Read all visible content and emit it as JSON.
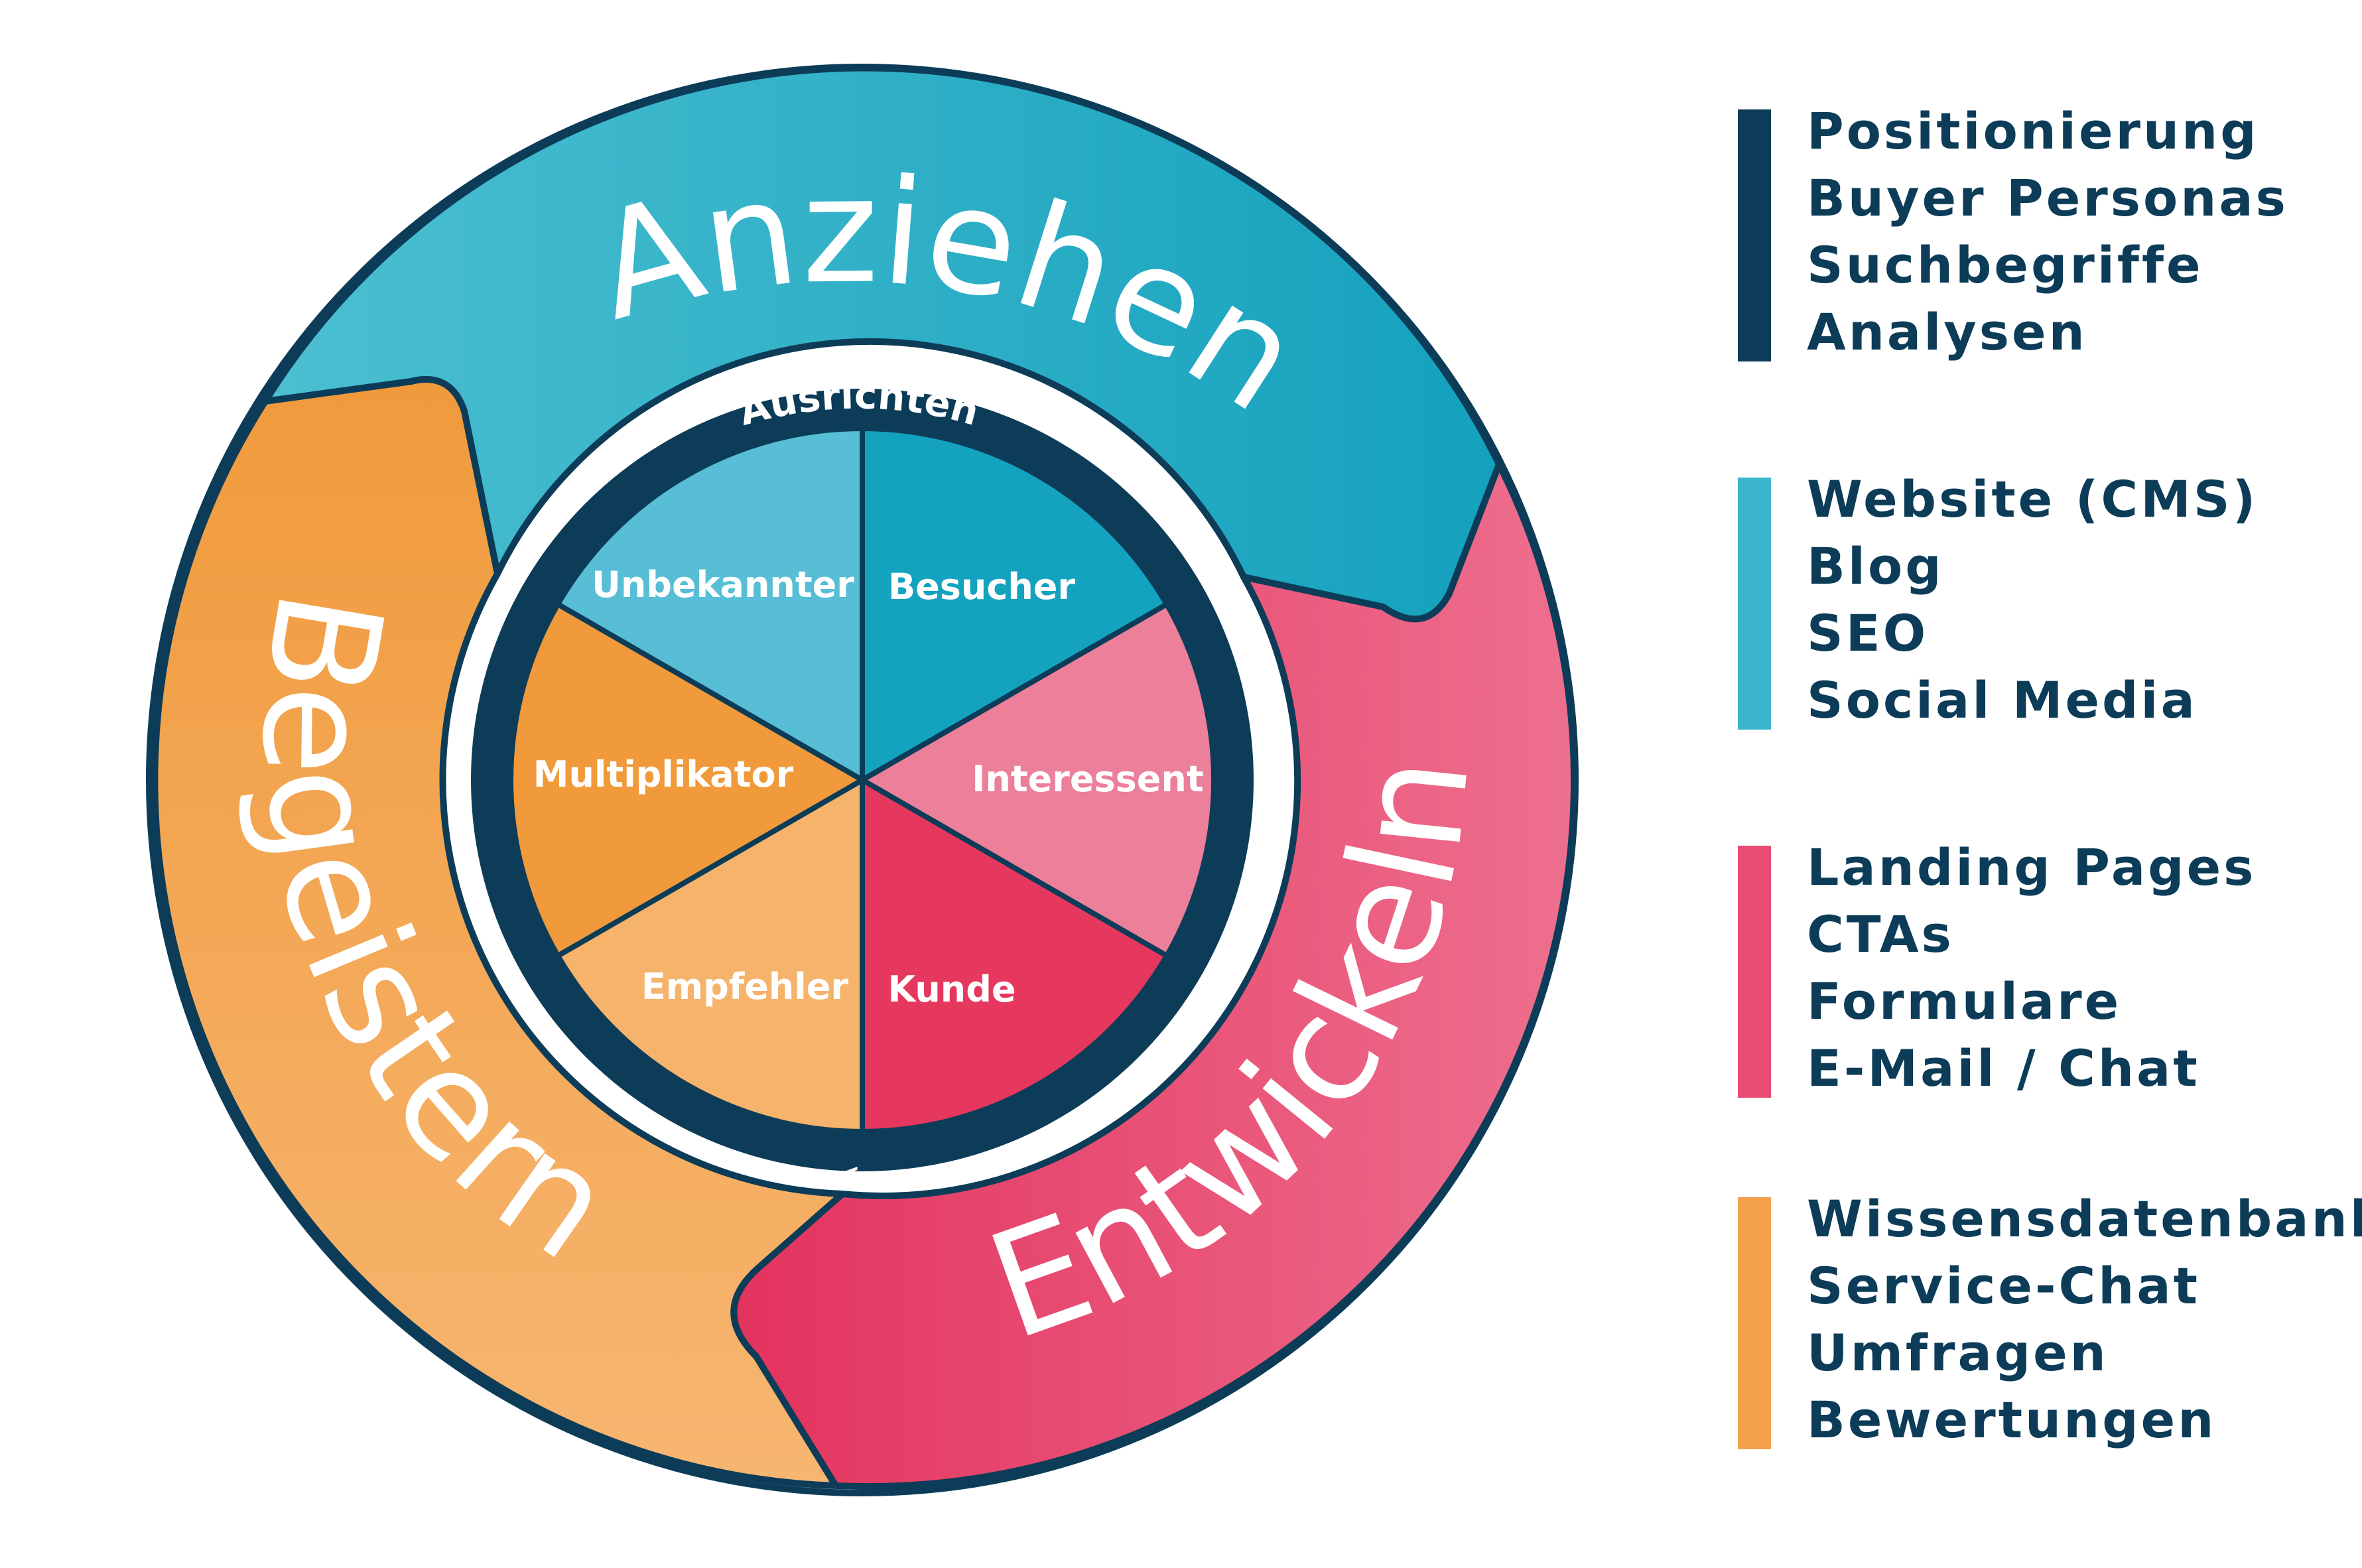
{
  "outer_ring": {
    "anziehen": "Anziehen",
    "entwickeln": "Entwickeln",
    "begeistern": "Begeistern"
  },
  "inner_ring": {
    "label": "Ausrichten"
  },
  "wheel": {
    "segments": [
      {
        "label": "Unbekannter",
        "color": "#57bed5"
      },
      {
        "label": "Besucher",
        "color": "#13a3bf"
      },
      {
        "label": "Interessent",
        "color": "#ec7f99"
      },
      {
        "label": "Kunde",
        "color": "#e6375f"
      },
      {
        "label": "Empfehler",
        "color": "#f6b36c"
      },
      {
        "label": "Multiplikator",
        "color": "#f09a3c"
      }
    ]
  },
  "legend": [
    {
      "color": "#0c3c58",
      "items": [
        "Positionierung",
        "Buyer Personas",
        "Suchbegriffe",
        "Analysen"
      ]
    },
    {
      "color": "#3bb6cc",
      "items": [
        "Website (CMS)",
        "Blog",
        "SEO",
        "Social Media"
      ]
    },
    {
      "color": "#e94b72",
      "items": [
        "Landing Pages",
        "CTAs",
        "Formulare",
        "E-Mail / Chat"
      ]
    },
    {
      "color": "#f4a14b",
      "items": [
        "Wissensdatenbank",
        "Service-Chat",
        "Umfragen",
        "Bewertungen"
      ]
    }
  ],
  "colors": {
    "navy": "#0c3c58",
    "teal": "#13a3bf",
    "light_teal": "#57bed5",
    "pink": "#e94b72",
    "light_pink": "#ec7f99",
    "orange": "#f09a3c",
    "light_orange": "#f6b36c"
  }
}
